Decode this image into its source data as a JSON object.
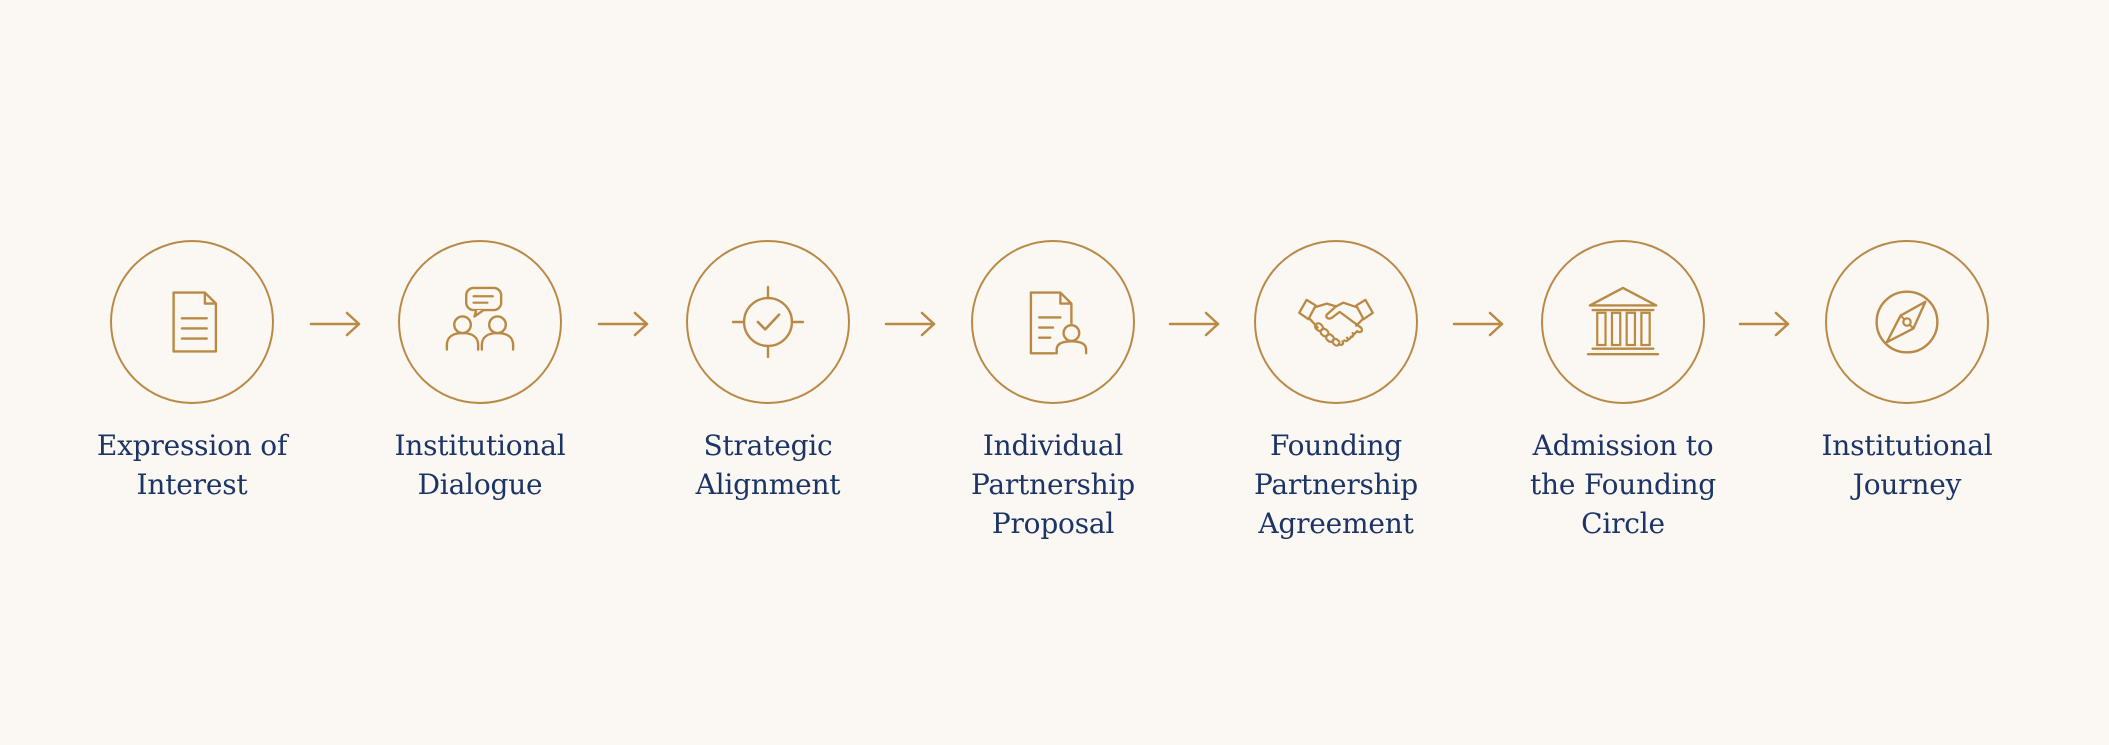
{
  "steps": [
    {
      "id": "expression-of-interest",
      "icon": "document-icon",
      "label_lines": [
        "Expression of",
        "Interest"
      ]
    },
    {
      "id": "institutional-dialogue",
      "icon": "people-speech-bubble-icon",
      "label_lines": [
        "Institutional",
        "Dialogue"
      ]
    },
    {
      "id": "strategic-alignment",
      "icon": "target-check-icon",
      "label_lines": [
        "Strategic",
        "Alignment"
      ]
    },
    {
      "id": "individual-partnership-proposal",
      "icon": "document-person-icon",
      "label_lines": [
        "Individual",
        "Partnership",
        "Proposal"
      ]
    },
    {
      "id": "founding-partnership-agreement",
      "icon": "handshake-icon",
      "label_lines": [
        "Founding",
        "Partnership",
        "Agreement"
      ]
    },
    {
      "id": "admission-to-the-founding-circle",
      "icon": "institution-building-icon",
      "label_lines": [
        "Admission to",
        "the Founding",
        "Circle"
      ]
    },
    {
      "id": "institutional-journey",
      "icon": "compass-icon",
      "label_lines": [
        "Institutional",
        "Journey"
      ]
    }
  ],
  "connectors": [
    {
      "icon": "arrow-right-icon"
    },
    {
      "icon": "arrow-right-icon"
    },
    {
      "icon": "arrow-right-icon"
    },
    {
      "icon": "arrow-right-icon"
    },
    {
      "icon": "arrow-right-icon"
    },
    {
      "icon": "arrow-right-icon"
    }
  ],
  "colors": {
    "background": "#fbf7f3",
    "accent_gold": "#b98a45",
    "text_navy": "#1c3566"
  }
}
